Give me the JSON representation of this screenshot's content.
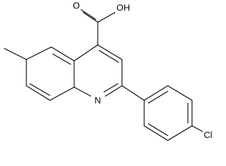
{
  "molecule": {
    "labels": {
      "carboxyl_oxygen": "O",
      "hydroxyl": "OH",
      "ring_nitrogen": "N",
      "chlorine": "Cl"
    }
  },
  "colors": {
    "bond": "#000000",
    "background": "#ffffff"
  }
}
